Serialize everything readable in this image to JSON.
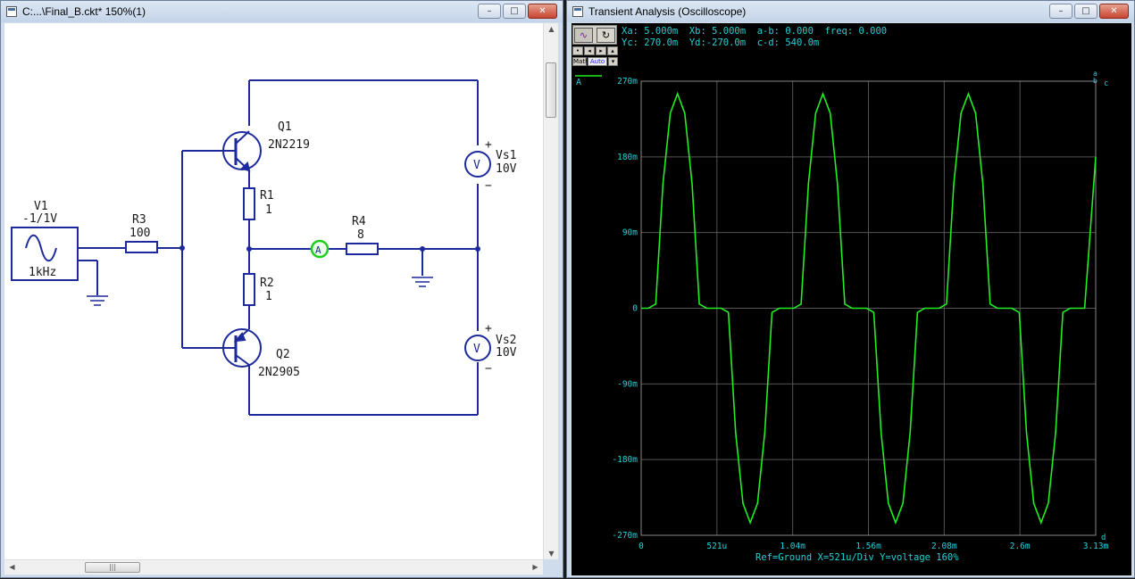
{
  "left_window": {
    "title": "C:...\\Final_B.ckt* 150%(1)",
    "controls": {
      "minimize": "–",
      "maximize": "□",
      "close": "✕"
    }
  },
  "right_window": {
    "title": "Transient Analysis (Oscilloscope)",
    "controls": {
      "minimize": "–",
      "maximize": "□",
      "close": "✕"
    }
  },
  "circuit": {
    "v1": {
      "name": "V1",
      "value": "-1/1V",
      "freq": "1kHz"
    },
    "r3": {
      "name": "R3",
      "value": "100"
    },
    "q1": {
      "name": "Q1",
      "model": "2N2219"
    },
    "q2": {
      "name": "Q2",
      "model": "2N2905"
    },
    "r1": {
      "name": "R1",
      "value": "1"
    },
    "r2": {
      "name": "R2",
      "value": "1"
    },
    "r4": {
      "name": "R4",
      "value": "8"
    },
    "vs1": {
      "name": "Vs1",
      "value": "10V",
      "plus": "+",
      "minus": "−",
      "symbol": "V"
    },
    "vs2": {
      "name": "Vs2",
      "value": "10V",
      "plus": "+",
      "minus": "−",
      "symbol": "V"
    },
    "probe": "A"
  },
  "scope": {
    "readout_line1": "Xa: 5.000m  Xb: 5.000m  a-b: 0.000  freq: 0.000",
    "readout_line2": "Yc: 270.0m  Yd:-270.0m  c-d: 540.0m",
    "toolbar": {
      "math": "Math",
      "auto": "Auto"
    },
    "trace_label": "A",
    "cursor_labels": {
      "a": "a",
      "b": "b",
      "c": "c",
      "d": "d"
    },
    "footer": "Ref=Ground  X=521u/Div Y=voltage 160%",
    "colors": {
      "trace": "#22ee22",
      "text": "#22d3d8",
      "grid": "#555555",
      "background": "#000000"
    }
  },
  "chart_data": {
    "type": "line",
    "xlabel": "",
    "ylabel": "",
    "x_tick_labels": [
      "0",
      "521u",
      "1.04m",
      "1.56m",
      "2.08m",
      "2.6m",
      "3.13m"
    ],
    "y_tick_labels": [
      "270m",
      "180m",
      "90m",
      "0",
      "-90m",
      "-180m",
      "-270m"
    ],
    "xlim": [
      0,
      0.003126
    ],
    "ylim": [
      -0.27,
      0.27
    ],
    "grid": true,
    "series": [
      {
        "name": "A",
        "x": [
          0,
          5e-05,
          0.0001,
          0.00015,
          0.0002,
          0.00025,
          0.0003,
          0.00035,
          0.0004,
          0.00045,
          0.0005,
          0.00055,
          0.0006,
          0.00065,
          0.0007,
          0.00075,
          0.0008,
          0.00085,
          0.0009,
          0.00095,
          0.001,
          0.00105,
          0.0011,
          0.00115,
          0.0012,
          0.00125,
          0.0013,
          0.00135,
          0.0014,
          0.00145,
          0.0015,
          0.00155,
          0.0016,
          0.00165,
          0.0017,
          0.00175,
          0.0018,
          0.00185,
          0.0019,
          0.00195,
          0.002,
          0.00205,
          0.0021,
          0.00215,
          0.0022,
          0.00225,
          0.0023,
          0.00235,
          0.0024,
          0.00245,
          0.0025,
          0.00255,
          0.0026,
          0.00265,
          0.0027,
          0.00275,
          0.0028,
          0.00285,
          0.0029,
          0.00295,
          0.003,
          0.00305,
          0.003126
        ],
        "y": [
          0,
          0,
          0.005,
          0.148,
          0.232,
          0.255,
          0.232,
          0.148,
          0.005,
          0,
          0,
          0,
          -0.005,
          -0.148,
          -0.232,
          -0.255,
          -0.232,
          -0.148,
          -0.005,
          0,
          0,
          0,
          0.005,
          0.148,
          0.232,
          0.255,
          0.232,
          0.148,
          0.005,
          0,
          0,
          0,
          -0.005,
          -0.148,
          -0.232,
          -0.255,
          -0.232,
          -0.148,
          -0.005,
          0,
          0,
          0,
          0.005,
          0.148,
          0.232,
          0.255,
          0.232,
          0.148,
          0.005,
          0,
          0,
          0,
          -0.005,
          -0.148,
          -0.232,
          -0.255,
          -0.232,
          -0.148,
          -0.005,
          0,
          0,
          0,
          0.18
        ]
      }
    ]
  }
}
